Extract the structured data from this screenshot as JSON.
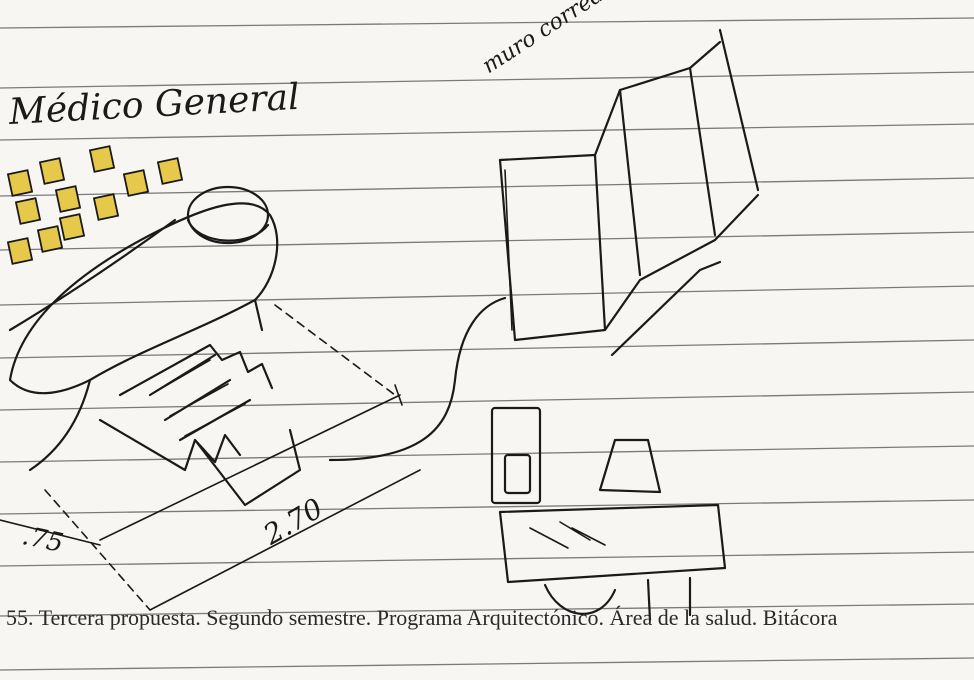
{
  "drawing": {
    "title_label": "Médico General",
    "wall_label": "muro corredizo",
    "dimension_short": ".75",
    "dimension_long": "2.70"
  },
  "caption": "55. Tercera propuesta. Segundo semestre. Programa Arquitectónico. Área de la salud.  Bitácora",
  "colors": {
    "paper": "#f7f6f2",
    "ink": "#1a1a1a",
    "rule_lines": "#7a7a7a",
    "highlight": "#e6c94a"
  }
}
